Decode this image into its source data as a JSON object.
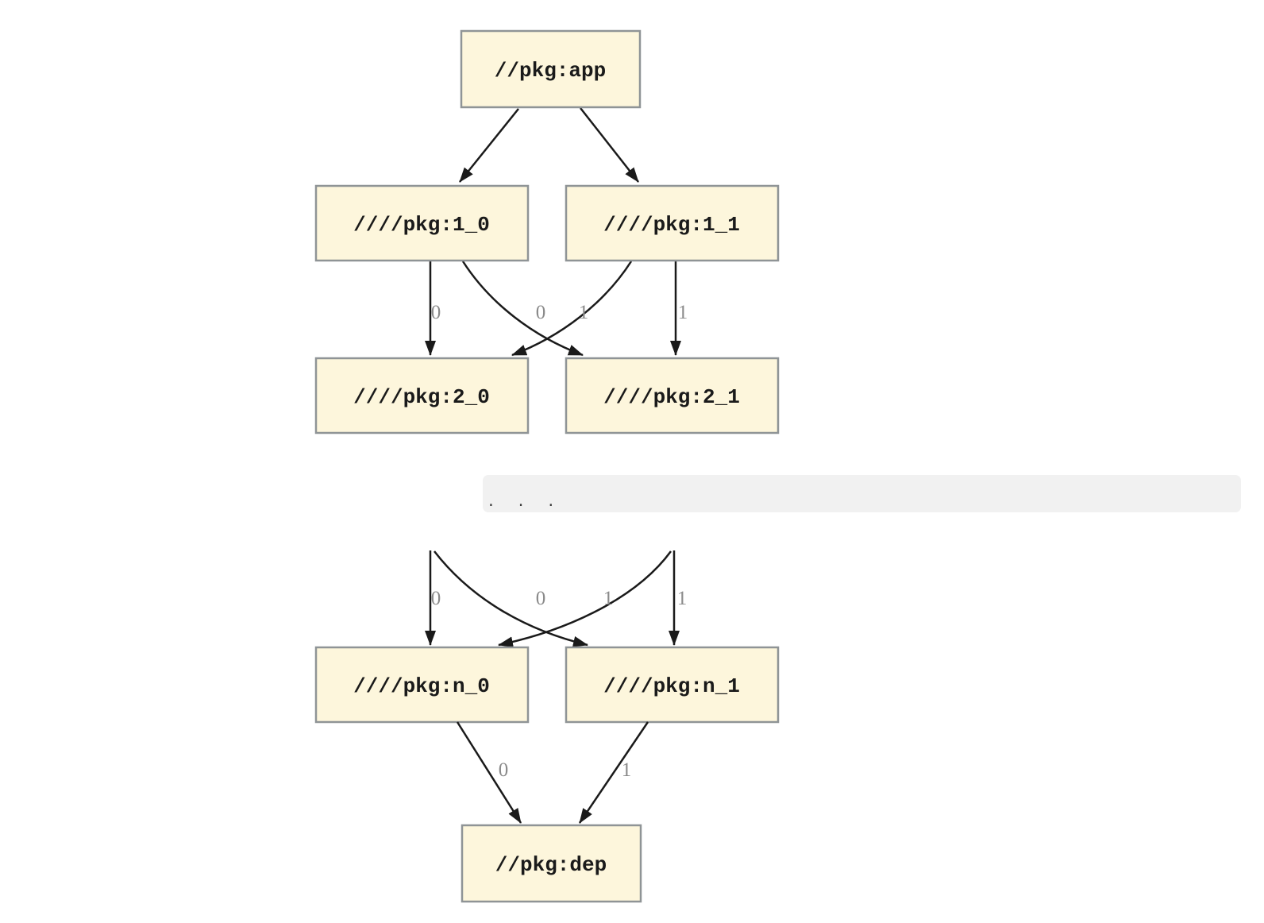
{
  "colors": {
    "node_fill": "#fdf6dc",
    "node_border": "#8f9496",
    "edge": "#1a1a1a",
    "edge_label": "#8a8a8a",
    "separator_background": "#f1f1f1"
  },
  "graph_upper": {
    "nodes": {
      "app": "//pkg:app",
      "d1_0": "////pkg:1_0",
      "d1_1": "////pkg:1_1",
      "d2_0": "////pkg:2_0",
      "d2_1": "////pkg:2_1"
    },
    "edge_labels": {
      "d1_0_to_d2_0": "0",
      "d1_1_to_d2_0": "0",
      "d1_0_to_d2_1": "1",
      "d1_1_to_d2_1": "1"
    }
  },
  "separator": {
    "ellipsis": ". . ."
  },
  "graph_lower": {
    "nodes": {
      "n_0": "////pkg:n_0",
      "n_1": "////pkg:n_1",
      "dep": "//pkg:dep"
    },
    "edge_labels": {
      "hidden_to_n_0": "0",
      "cross_to_n_0": "0",
      "cross_to_n_1": "1",
      "hidden_to_n_1": "1",
      "n_0_to_dep": "0",
      "n_1_to_dep": "1"
    }
  }
}
